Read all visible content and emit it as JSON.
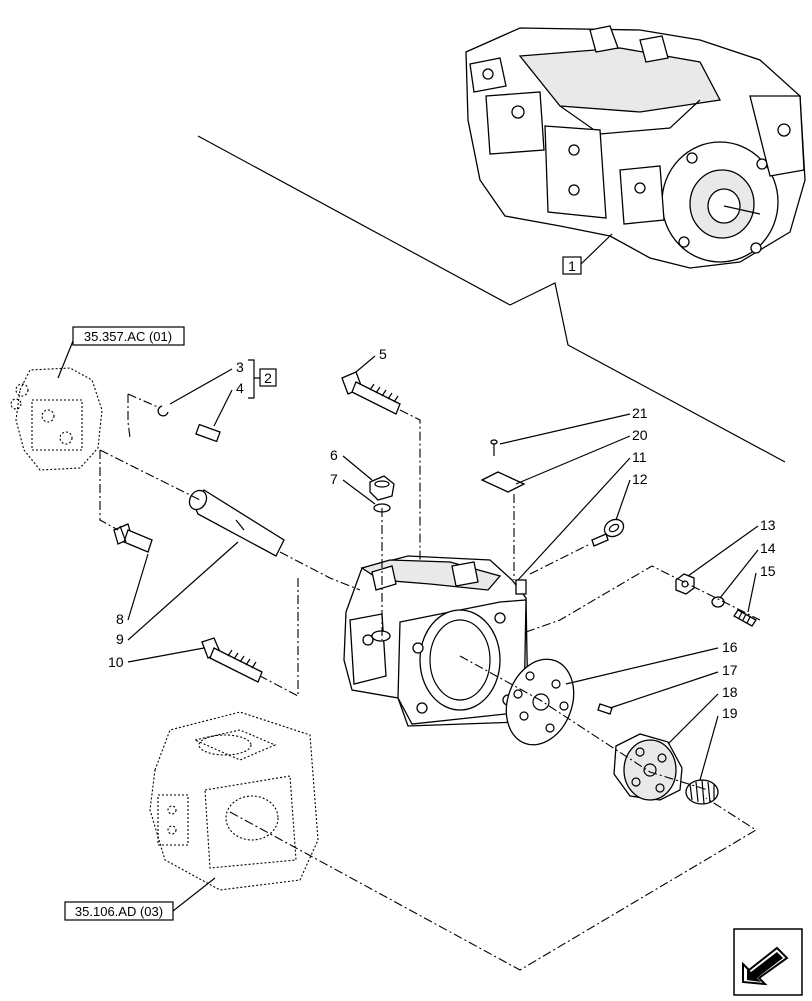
{
  "diagram": {
    "callouts": [
      "1",
      "2",
      "3",
      "4",
      "5",
      "6",
      "7",
      "8",
      "9",
      "10",
      "11",
      "12",
      "13",
      "14",
      "15",
      "16",
      "17",
      "18",
      "19",
      "20",
      "21"
    ],
    "references": {
      "upper_left": "35.357.AC (01)",
      "lower_left": "35.106.AD (03)"
    },
    "navigation_icon": "next-page-arrow-icon"
  }
}
